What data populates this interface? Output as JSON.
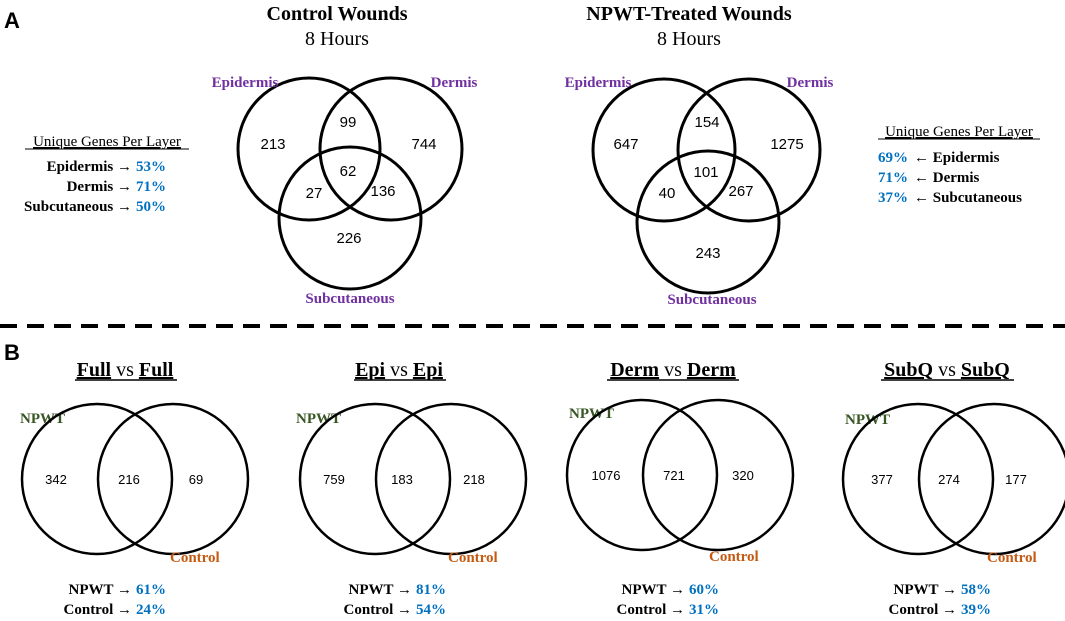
{
  "colors": {
    "layer_label": "#7030a0",
    "percent": "#0070c0",
    "npwt_label": "#375623",
    "control_label": "#c55a11",
    "black": "#000000"
  },
  "panelA": {
    "letter": "A",
    "control": {
      "title": "Control Wounds",
      "subtitle": "8 Hours",
      "labels": {
        "epidermis": "Epidermis",
        "dermis": "Dermis",
        "subcutaneous": "Subcutaneous"
      },
      "counts": {
        "epi_only": "213",
        "epi_derm": "99",
        "derm_only": "744",
        "epi_subq": "27",
        "all": "62",
        "derm_subq": "136",
        "subq_only": "226"
      }
    },
    "npwt": {
      "title": "NPWT-Treated Wounds",
      "subtitle": "8 Hours",
      "labels": {
        "epidermis": "Epidermis",
        "dermis": "Dermis",
        "subcutaneous": "Subcutaneous"
      },
      "counts": {
        "epi_only": "647",
        "epi_derm": "154",
        "derm_only": "1275",
        "epi_subq": "40",
        "all": "101",
        "derm_subq": "267",
        "subq_only": "243"
      }
    },
    "left_unique": {
      "heading": "Unique Genes Per Layer",
      "rows": [
        {
          "label": "Epidermis",
          "arrow": "→",
          "pct": "53%"
        },
        {
          "label": "Dermis",
          "arrow": "→",
          "pct": "71%"
        },
        {
          "label": "Subcutaneous",
          "arrow": "→",
          "pct": "50%"
        }
      ]
    },
    "right_unique": {
      "heading": "Unique Genes Per Layer",
      "rows": [
        {
          "pct": "69%",
          "arrow": "←",
          "label": "Epidermis"
        },
        {
          "pct": "71%",
          "arrow": "←",
          "label": "Dermis"
        },
        {
          "pct": "37%",
          "arrow": "←",
          "label": "Subcutaneous"
        }
      ]
    }
  },
  "panelB": {
    "letter": "B",
    "comparisons": [
      {
        "title_a": "Full",
        "vs": "vs",
        "title_b": "Full",
        "npwt_label": "NPWT",
        "control_label": "Control",
        "left": "342",
        "both": "216",
        "right": "69",
        "npwt_row": "NPWT",
        "npwt_pct": "61%",
        "control_row": "Control",
        "control_pct": "24%",
        "arrow": "→"
      },
      {
        "title_a": "Epi",
        "vs": "vs",
        "title_b": "Epi",
        "npwt_label": "NPWT",
        "control_label": "Control",
        "left": "759",
        "both": "183",
        "right": "218",
        "npwt_row": "NPWT",
        "npwt_pct": "81%",
        "control_row": "Control",
        "control_pct": "54%",
        "arrow": "→"
      },
      {
        "title_a": "Derm",
        "vs": "vs",
        "title_b": "Derm",
        "npwt_label": "NPWT",
        "control_label": "Control",
        "left": "1076",
        "both": "721",
        "right": "320",
        "npwt_row": "NPWT",
        "npwt_pct": "60%",
        "control_row": "Control",
        "control_pct": "31%",
        "arrow": "→"
      },
      {
        "title_a": "SubQ",
        "vs": "vs",
        "title_b": "SubQ",
        "npwt_label": "NPWT",
        "control_label": "Control",
        "left": "377",
        "both": "274",
        "right": "177",
        "npwt_row": "NPWT",
        "npwt_pct": "58%",
        "control_row": "Control",
        "control_pct": "39%",
        "arrow": "→"
      }
    ]
  }
}
